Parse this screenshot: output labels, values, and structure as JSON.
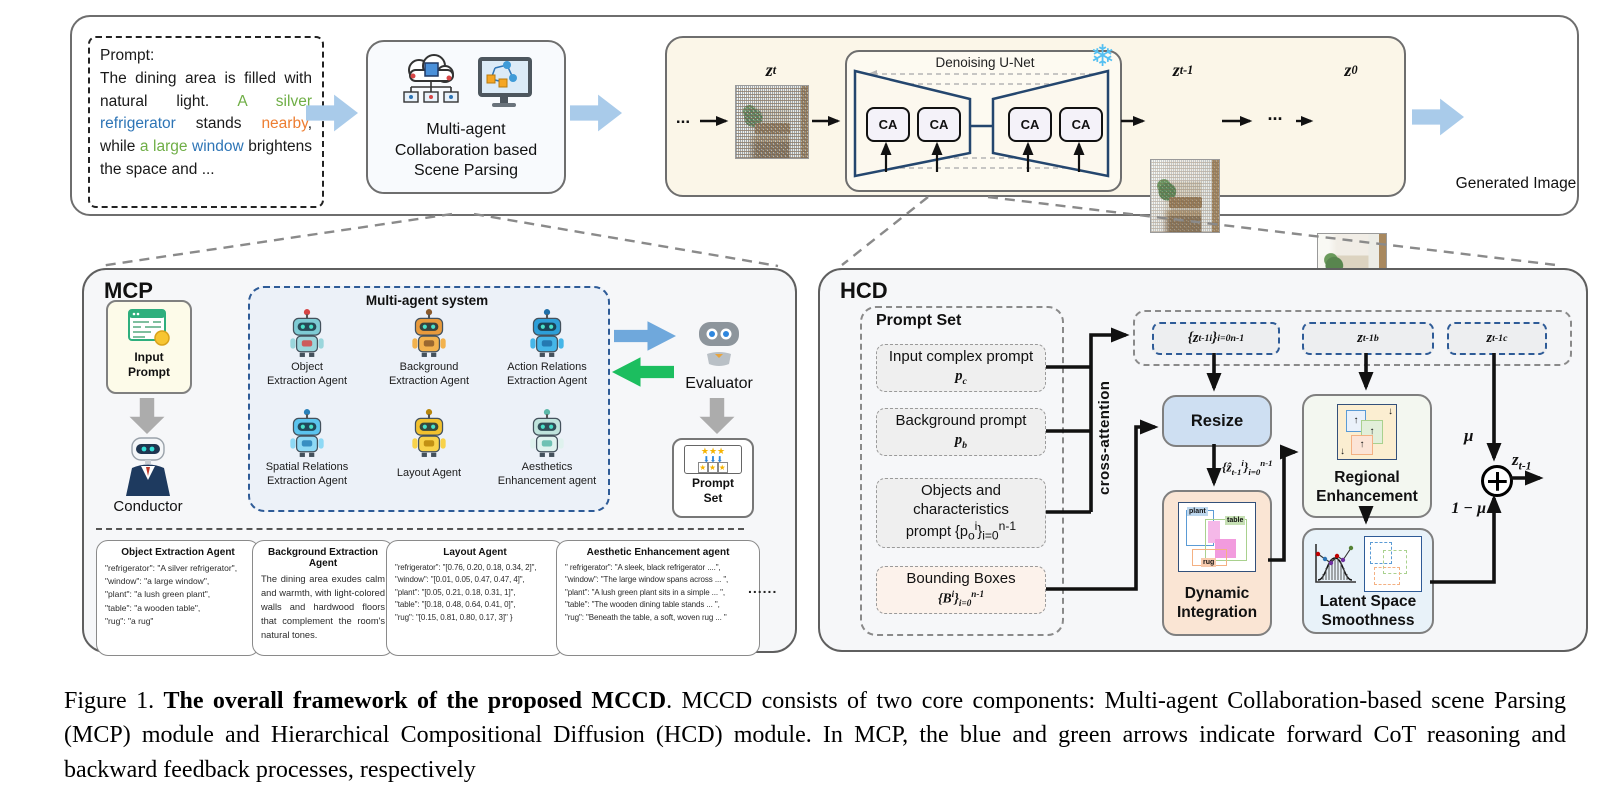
{
  "colors": {
    "forward_arrow_blue": "#A9CBEA",
    "feedback_arrow_green": "#1CBE5F",
    "gray_arrow": "#ACACAC",
    "prompt_green": "#6FAE46",
    "prompt_blue": "#2E75B6",
    "prompt_orange": "#ED7D31",
    "resize_fill": "#CEDFF2",
    "dynamic_integration_fill": "#FAE5D4",
    "regional_enhancement_fill": "#F3F7F0",
    "latent_space_fill": "#E8F2F9",
    "bounding_box_fill": "#FCF2EB",
    "unet_container_fill": "#FBF6E8",
    "mas_dashed_border": "#2E5B97",
    "snowflake_blue": "#55C0F2"
  },
  "top": {
    "prompt": {
      "title": "Prompt:",
      "segments": [
        {
          "text": "The dining area is filled with natural light. "
        },
        {
          "text": "A silver "
        },
        {
          "text": "refrigerator"
        },
        {
          "text": " stands "
        },
        {
          "text": "nearby"
        },
        {
          "text": ", while "
        },
        {
          "text": "a large "
        },
        {
          "text": "window"
        },
        {
          "text": " brightens the space and ..."
        }
      ]
    },
    "scene_parsing": "Multi-agent\nCollaboration based\nScene Parsing",
    "unet_title": "Denoising U-Net",
    "ca": "CA",
    "snowflake": "❄",
    "dots": "...",
    "z_t": "z_t",
    "z_tm1": "z_{t-1}",
    "z_0": "z_0",
    "generated": "Generated Image"
  },
  "mcp": {
    "title": "MCP",
    "input_prompt": "Input\nPrompt",
    "conductor": "Conductor",
    "mas_title": "Multi-agent system",
    "agents": [
      {
        "label": "Object\nExtraction Agent"
      },
      {
        "label": "Background\nExtraction Agent"
      },
      {
        "label": "Action Relations\nExtraction Agent"
      },
      {
        "label": "Spatial Relations\nExtraction Agent"
      },
      {
        "label": "Layout Agent"
      },
      {
        "label": "Aesthetics\nEnhancement agent"
      }
    ],
    "evaluator": "Evaluator",
    "prompt_set": "Prompt\nSet",
    "ellipsis": "......",
    "outputs": [
      {
        "title": "Object Extraction Agent",
        "lines": [
          "\"refrigerator\": \"A silver refrigerator\",",
          "\"window\": \"a large window\",",
          "\"plant\": \"a lush green plant\",",
          "\"table\": \"a wooden table\",",
          "\"rug\": \"a rug\""
        ]
      },
      {
        "title": "Background Extraction Agent",
        "body": "The dining area exudes calm and warmth, with light-colored walls and hardwood floors that complement the room's natural tones."
      },
      {
        "title": "Layout Agent",
        "lines": [
          "\"refrigerator\": \"[0.76, 0.20, 0.18, 0.34, 2]\",",
          "\"window\": \"[0.01, 0.05, 0.47, 0.47, 4]\",",
          "\"plant\": \"[0.05, 0.21, 0.18, 0.31, 1]\",",
          "\"table\": \"[0.18, 0.48, 0.64, 0.41, 0]\",",
          "\"rug\": \"[0.15, 0.81, 0.80,  0.17, 3]\" }"
        ]
      },
      {
        "title": "Aesthetic Enhancement agent",
        "lines": [
          "\" refrigerator\": \"A sleek, black refrigerator ....\",",
          "\"window\": \"The large window spans across ... \",",
          "\"plant\": \"A lush green plant sits in a simple ... \",",
          "\"table\": \"The wooden dining table stands ... \",",
          "\"rug\": \"Beneath the table, a soft, woven rug ... \""
        ]
      }
    ]
  },
  "hcd": {
    "title": "HCD",
    "prompt_set_title": "Prompt Set",
    "box1_line1": "Input complex prompt",
    "box1_math": "p_c",
    "box2_line1": "Background prompt",
    "box2_math": "p_b",
    "box3_line1": "Objects and characteristics",
    "box3_math": "prompt {p_o^i}_{i=0}^{n-1}",
    "box4_line1": "Bounding Boxes",
    "box4_math": "{B^i}_{i=0}^{n-1}",
    "cross_attention": "cross-attention",
    "latent_a": "{z_{t-1}^i}_{i=0}^{n-1}",
    "latent_b": "z_{t-1}^b",
    "latent_c": "z_{t-1}^c",
    "resize": "Resize",
    "resize_out": "{ẑ_{t-1}^i}_{i=0}^{n-1}",
    "dynamic_integration": "Dynamic\nIntegration",
    "di_plant": "plant",
    "di_table": "table",
    "di_rug": "rug",
    "regional_enhancement": "Regional\nEnhancement",
    "latent_space": "Latent Space\nSmoothness",
    "mu": "μ",
    "one_minus_mu": "1 − μ",
    "out_math": "z_{t-1}"
  },
  "caption": {
    "label": "Figure 1.",
    "bold": "The overall framework of the proposed MCCD",
    "rest": ". MCCD consists of two core components: Multi-agent Collaboration-based scene Parsing (MCP) module and Hierarchical Compositional Diffusion (HCD) module.  In MCP, the blue and green arrows indicate forward CoT reasoning and backward feedback processes, respectively"
  }
}
